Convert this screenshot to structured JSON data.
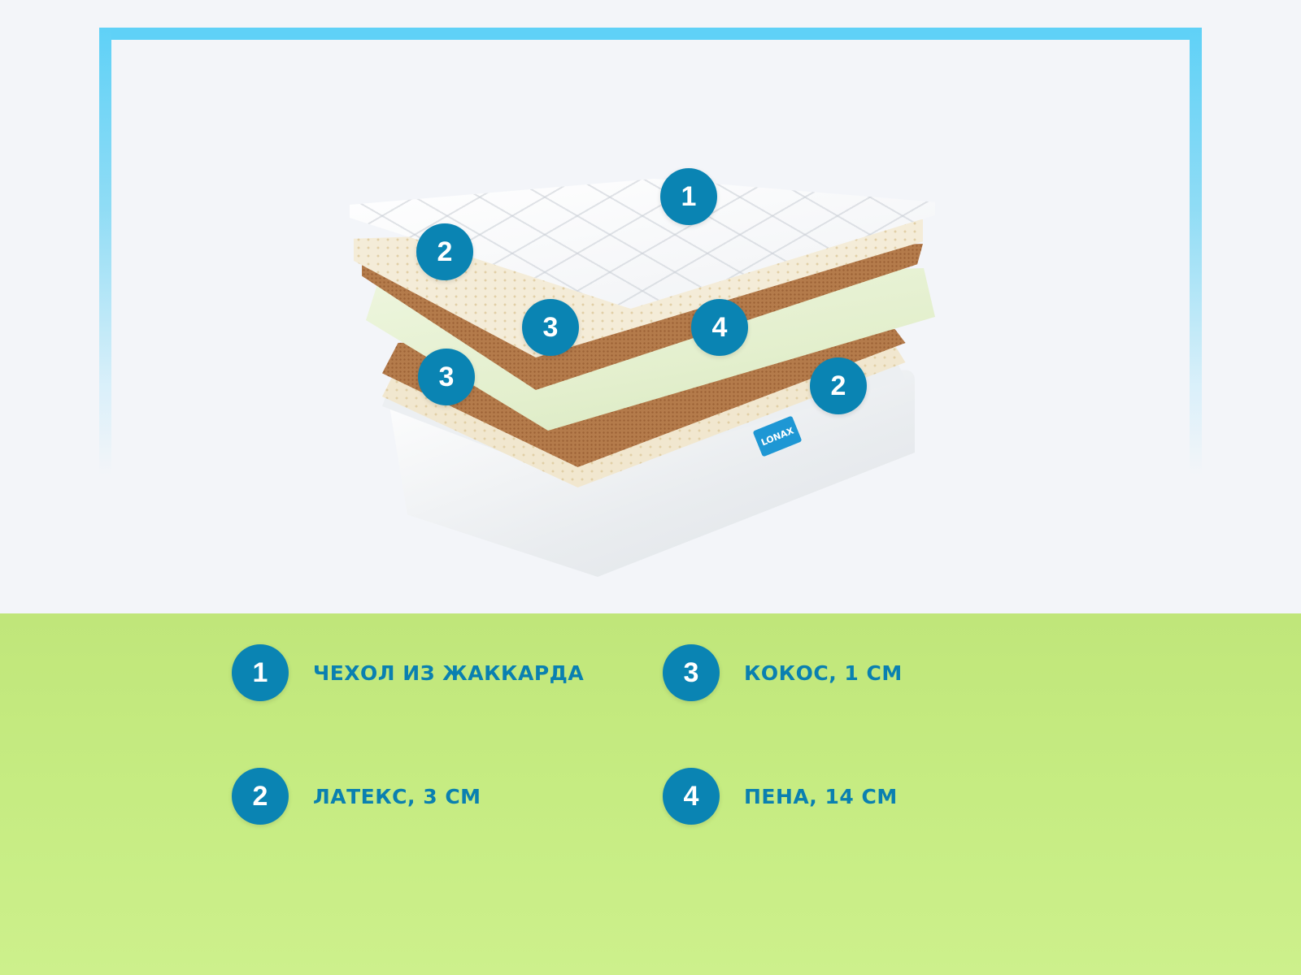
{
  "colors": {
    "background": "#f3f5f9",
    "frame": "#5fd1f7",
    "badge": "#0a84b3",
    "badge_text": "#ffffff",
    "legend_band": "#c2e87c",
    "legend_text": "#0a80b0"
  },
  "product": {
    "brand_tag": "LONAX",
    "callouts": [
      {
        "number": "1",
        "layer": "cover"
      },
      {
        "number": "2",
        "layer": "latex-top"
      },
      {
        "number": "3",
        "layer": "coconut-top"
      },
      {
        "number": "4",
        "layer": "foam"
      },
      {
        "number": "3",
        "layer": "coconut-bottom"
      },
      {
        "number": "2",
        "layer": "latex-bottom"
      }
    ]
  },
  "legend": {
    "items": [
      {
        "number": "1",
        "label": "ЧЕХОЛ ИЗ ЖАККАРДА"
      },
      {
        "number": "2",
        "label": "ЛАТЕКС, 3 СМ"
      },
      {
        "number": "3",
        "label": "КОКОС, 1 СМ"
      },
      {
        "number": "4",
        "label": "ПЕНА, 14 СМ"
      }
    ]
  }
}
